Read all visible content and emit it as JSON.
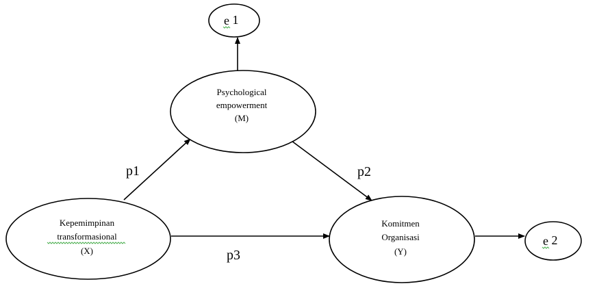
{
  "nodes": {
    "x": {
      "line1": "Kepemimpinan",
      "line2": "transformasional",
      "line3": "(X)"
    },
    "m": {
      "line1": "Psychological",
      "line2": "empowerment",
      "line3": "(M)"
    },
    "y": {
      "line1": "Komitmen",
      "line2": "Organisasi",
      "line3": "(Y)"
    },
    "e1": {
      "letter": "e",
      "index": "1"
    },
    "e2": {
      "letter": "e",
      "index": "2"
    }
  },
  "paths": {
    "p1": "p1",
    "p2": "p2",
    "p3": "p3"
  },
  "colors": {
    "stroke": "#000000",
    "spellcheck_underline": "#4caf50"
  }
}
